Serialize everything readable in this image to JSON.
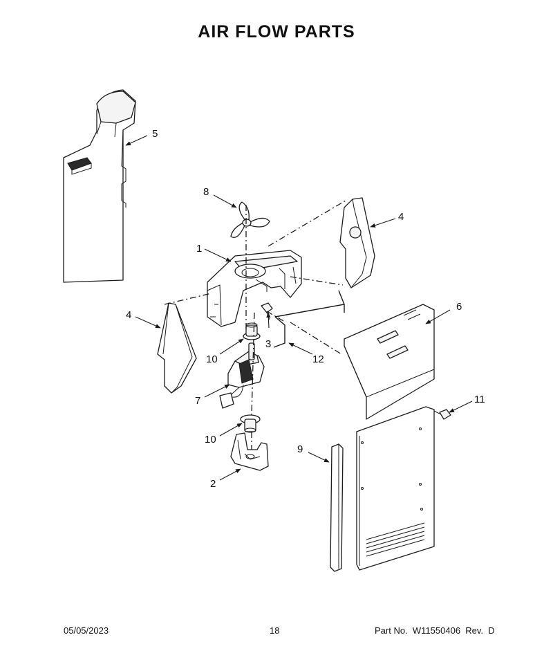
{
  "title": "AIR FLOW PARTS",
  "footer": {
    "date": "05/05/2023",
    "page": "18",
    "part": "Part No.  W11550406  Rev.  D"
  },
  "callouts": {
    "c1": "1",
    "c2": "2",
    "c3": "3",
    "c4a": "4",
    "c4b": "4",
    "c5": "5",
    "c6": "6",
    "c7": "7",
    "c8": "8",
    "c9": "9",
    "c10a": "10",
    "c10b": "10",
    "c11": "11",
    "c12": "12"
  }
}
